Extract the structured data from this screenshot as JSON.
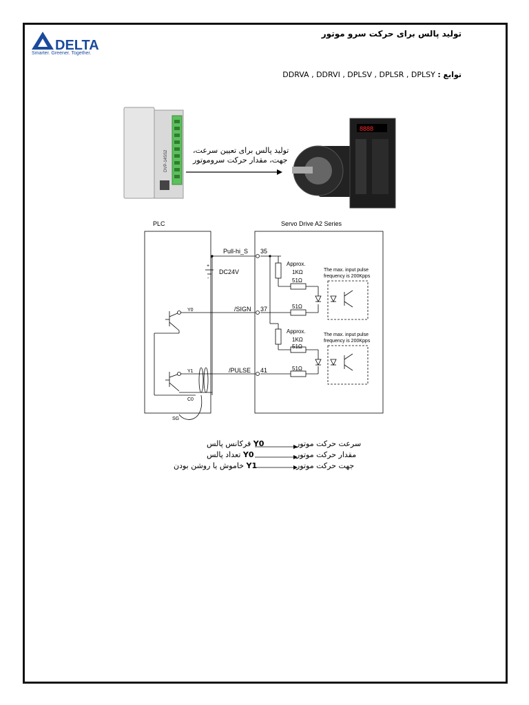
{
  "header": {
    "logo_brand": "DELTA",
    "logo_tagline": "Smarter. Greener. Together.",
    "title": "تولید پالس برای حرکت سرو موتور",
    "functions_label": "توابع :",
    "functions_list": "DDRVA , DDRVI , DPLSV , DPLSR , DPLSY"
  },
  "illustration": {
    "caption_line1": "تولید پالس برای تعیین سرعت،",
    "caption_line2": "جهت، مقدار حرکت سروموتور",
    "plc_model": "DVP-14SS2"
  },
  "diagram": {
    "plc_label": "PLC",
    "servo_label": "Servo Drive A2 Series",
    "pull_hi_label": "Pull-hi_S",
    "pin_35": "35",
    "pin_37": "37",
    "pin_41": "41",
    "dc_label": "DC24V",
    "plus_sign": "+",
    "minus_sign": "-",
    "y0_label": "Y0",
    "y1_label": "Y1",
    "c0_label": "C0",
    "sg_label": "SG",
    "sign_label": "/SIGN",
    "pulse_label": "/PULSE",
    "approx_label": "Approx.",
    "res_1k": "1KΩ",
    "res_51": "51Ω",
    "note_line1": "The max. input pulse",
    "note_line2": "frequency is 200Kpps"
  },
  "legend": [
    {
      "left": "سرعت حرکت موتور",
      "right": "فرکانس پالس",
      "bold": "Y0"
    },
    {
      "left": "مقدار حرکت موتور",
      "right": "تعداد پالس",
      "bold": "Y0"
    },
    {
      "left": "جهت حرکت موتور",
      "right": "خاموش یا روشن بودن",
      "bold": "Y1"
    }
  ]
}
